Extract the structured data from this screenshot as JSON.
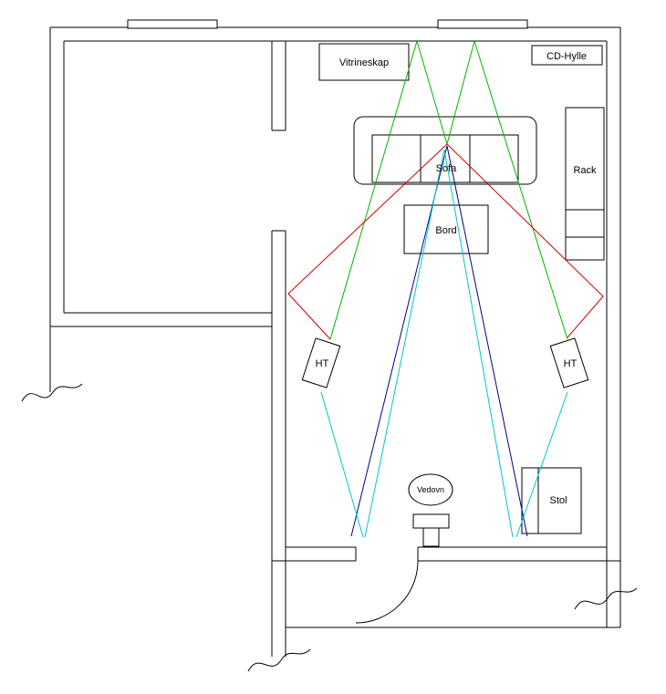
{
  "diagram": {
    "type": "floorplan-speaker-layout",
    "labels": {
      "vitrineskap": "Vitrineskap",
      "cd_hylle": "CD-Hylle",
      "rack": "Rack",
      "sofa": "Sofa",
      "bord": "Bord",
      "ht_left": "HT",
      "ht_right": "HT",
      "vedovn": "Vedovn",
      "stol": "Stol"
    },
    "colors": {
      "wall": "#000000",
      "background": "#FFFFFF",
      "front_reflection": "#00B400",
      "side_reflection": "#CC0000",
      "rear_path": "#00008B",
      "speaker_path": "#00C8C8"
    }
  }
}
